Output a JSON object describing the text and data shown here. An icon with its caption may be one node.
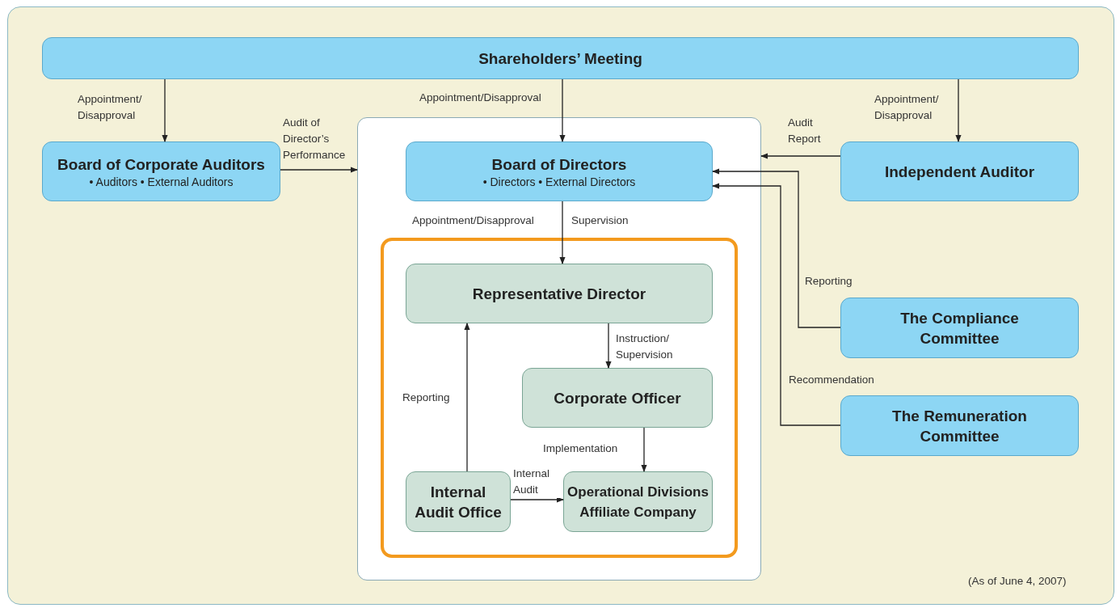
{
  "diagram": {
    "nodes": [
      {
        "text": [
          "Shareholders’ Meeting"
        ]
      },
      {
        "text": [
          "Board of Corporate Auditors",
          "• Auditors • External Auditors"
        ]
      },
      {
        "text": [],
        "shape": "box"
      },
      {
        "text": [
          "Board of Directors",
          "• Directors • External Directors"
        ],
        "in": 2
      },
      {
        "text": [],
        "shape": "box",
        "in": 2
      },
      {
        "text": [
          "Representative Director"
        ],
        "in": 4
      },
      {
        "text": [
          "Corporate Officer"
        ],
        "in": 4
      },
      {
        "text": [
          "Internal Audit Office"
        ],
        "in": 4
      },
      {
        "text": [
          "Operational Divisions Affiliate Company"
        ],
        "in": 4
      },
      {
        "text": [
          "Independent Auditor"
        ]
      },
      {
        "text": [
          "The Compliance Committee"
        ]
      },
      {
        "text": [
          "The Remuneration Committee"
        ]
      }
    ],
    "edges": [
      {
        "from": 0,
        "to": 1,
        "arrow": "to",
        "label": "Appointment/ Disapproval"
      },
      {
        "from": 0,
        "to": 3,
        "arrow": "to",
        "label": "Appointment/Disapproval"
      },
      {
        "from": 0,
        "to": 9,
        "arrow": "to",
        "label": "Appointment/ Disapproval"
      },
      {
        "from": 1,
        "to": 2,
        "arrow": "to",
        "label": "Audit of Director’s Performance"
      },
      {
        "from": 9,
        "to": 2,
        "arrow": "to",
        "label": "Audit Report"
      },
      {
        "from": 10,
        "to": 3,
        "arrow": "to",
        "label": "Reporting"
      },
      {
        "from": 11,
        "to": 3,
        "arrow": "to",
        "label": "Recommendation"
      },
      {
        "from": 3,
        "to": 5,
        "arrow": "to",
        "label": "Supervision"
      },
      {
        "from": 5,
        "to": 6,
        "arrow": "to",
        "label": "Instruction/ Supervision"
      },
      {
        "from": 6,
        "to": 8,
        "arrow": "to",
        "label": "Implementation"
      },
      {
        "from": 7,
        "to": 5,
        "arrow": "to",
        "label": "Reporting"
      },
      {
        "from": 7,
        "to": 8,
        "arrow": "to",
        "label": "Internal Audit"
      }
    ],
    "labels": [
      "Appointment/Disapproval",
      "(As of June 4, 2007)"
    ]
  }
}
